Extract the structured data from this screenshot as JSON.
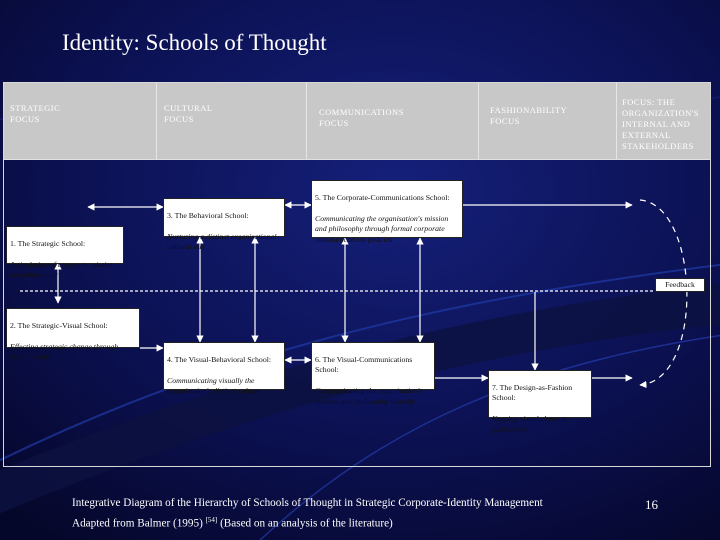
{
  "slide": {
    "title": "Identity: Schools of Thought",
    "page_number": "16"
  },
  "header": {
    "strategic_focus": "STRATEGIC\nFOCUS",
    "cultural_focus": "CULTURAL\nFOCUS",
    "communications_focus": "COMMUNICATIONS\nFOCUS",
    "fashionability_focus": "FASHIONABILITY\nFOCUS",
    "stakeholder_focus": "FOCUS: THE\nORGANIZATION'S\nINTERNAL AND\nEXTERNAL\nSTAKEHOLDERS"
  },
  "schools": {
    "s1": {
      "title": "1. The Strategic School:",
      "desc": "Articulation of corporate mission and philosophy"
    },
    "s2": {
      "title": "2. The Strategic-Visual School:",
      "desc": "Effecting strategic change through visual means"
    },
    "s3": {
      "title": "3. The Behavioral School:",
      "desc": "Nurturing a distinct organisational cultural mix"
    },
    "s4": {
      "title": "4. The Visual-Behavioral School:",
      "desc": "Communicating visually the organisation's distinct culture"
    },
    "s5": {
      "title": "5. The Corporate-Communications School:",
      "desc": "Communicating the organisation's mission and philosophy through formal corporate communications policies"
    },
    "s6": {
      "title": "6. The Visual-Communications School:",
      "desc": "Communicating the organisation's mission and philosophy visually"
    },
    "s7": {
      "title": "7. The Design-as-Fashion School:",
      "desc": "Keeping visual elements fashionable"
    }
  },
  "feedback_label": "Feedback",
  "caption": {
    "line1": "Integrative Diagram of the Hierarchy of Schools of Thought in Strategic Corporate-Identity Management",
    "line2_pre": "Adapted from Balmer (1995) ",
    "line2_sup": "[54]",
    "line2_post": " (Based on an analysis of the literature)"
  },
  "colors": {
    "background": "#0a0d3a",
    "header_band": "#c8c8c8",
    "text": "#ffffff"
  }
}
